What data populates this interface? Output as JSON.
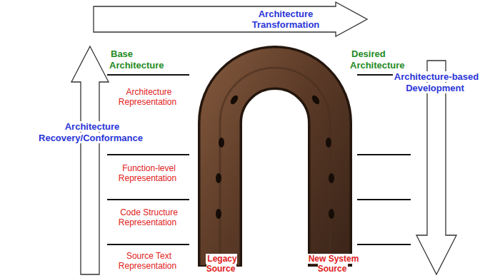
{
  "diagram": {
    "nodes": [
      {
        "text": [
          "Architecture Transformation"
        ]
      }
    ],
    "labels": [
      "Base Architecture",
      "Desired Architecture",
      "Architecture Recovery/Conformance",
      "Architecture Representation",
      "Architecture-based Development",
      "Function-level Representation",
      "Code Structure Representation",
      "Source Text Representation",
      "Legacy Source",
      "New System Source"
    ]
  }
}
